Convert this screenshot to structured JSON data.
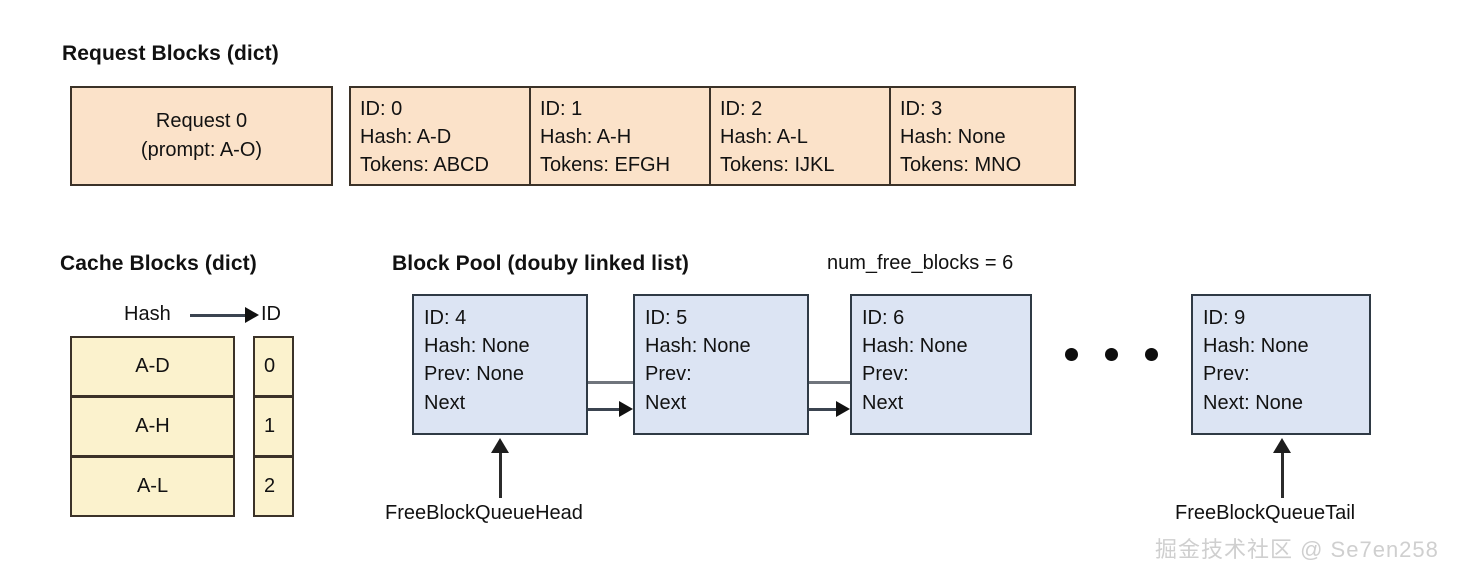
{
  "colors": {
    "request_fill": "#fbe2c9",
    "cache_fill": "#fbf2cd",
    "pool_fill": "#dce4f3",
    "request_border": "#3b3228",
    "pool_border": "#2f3a45",
    "watermark": "#cfcfcf"
  },
  "request_section": {
    "title": "Request Blocks (dict)",
    "request": {
      "name": "Request 0",
      "prompt": "(prompt: A-O)"
    },
    "blocks": [
      {
        "id": "ID: 0",
        "hash": "Hash: A-D",
        "tokens": "Tokens: ABCD"
      },
      {
        "id": "ID: 1",
        "hash": "Hash: A-H",
        "tokens": "Tokens: EFGH"
      },
      {
        "id": "ID: 2",
        "hash": "Hash: A-L",
        "tokens": "Tokens: IJKL"
      },
      {
        "id": "ID: 3",
        "hash": "Hash: None",
        "tokens": "Tokens: MNO"
      }
    ]
  },
  "cache_section": {
    "title": "Cache Blocks (dict)",
    "header_key": "Hash",
    "header_value": "ID",
    "rows": [
      {
        "hash": "A-D",
        "id": "0"
      },
      {
        "hash": "A-H",
        "id": "1"
      },
      {
        "hash": "A-L",
        "id": "2"
      }
    ]
  },
  "pool_section": {
    "title": "Block Pool (douby linked list)",
    "num_free_blocks": "num_free_blocks = 6",
    "blocks": [
      {
        "id": "ID: 4",
        "hash": "Hash: None",
        "prev": "Prev: None",
        "next": "Next"
      },
      {
        "id": "ID: 5",
        "hash": "Hash: None",
        "prev": "Prev:",
        "next": "Next"
      },
      {
        "id": "ID: 6",
        "hash": "Hash: None",
        "prev": "Prev:",
        "next": "Next"
      },
      {
        "id": "ID: 9",
        "hash": "Hash: None",
        "prev": "Prev:",
        "next": "Next: None"
      }
    ],
    "ellipsis_dots": 3,
    "head_label": "FreeBlockQueueHead",
    "tail_label": "FreeBlockQueueTail"
  },
  "watermark": "掘金技术社区 @ Se7en258"
}
